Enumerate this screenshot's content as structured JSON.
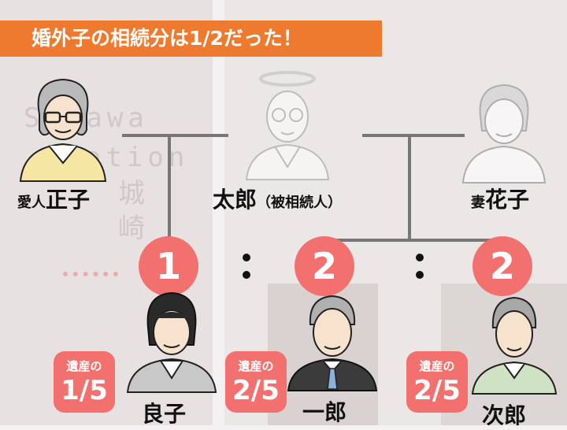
{
  "title": "婚外子の相続分は1/2だった！",
  "people": {
    "lover": {
      "prefix": "愛人",
      "name": "正子"
    },
    "deceased": {
      "name": "太郎",
      "note": "（被相続人）"
    },
    "wife": {
      "prefix": "妻",
      "name": "花子"
    },
    "child1": {
      "name": "良子"
    },
    "child2": {
      "name": "一郎"
    },
    "child3": {
      "name": "次郎"
    }
  },
  "ratios": [
    "1",
    "2",
    "2"
  ],
  "shares": [
    {
      "label": "遺産の",
      "value": "1/5"
    },
    {
      "label": "遺産の",
      "value": "2/5"
    },
    {
      "label": "遺産の",
      "value": "2/5"
    }
  ],
  "background_text": [
    "Sakawa",
    "Station",
    "城",
    "崎"
  ],
  "colors": {
    "banner": "#ee7a2f",
    "accent": "#f2706d",
    "line": "#777777"
  }
}
